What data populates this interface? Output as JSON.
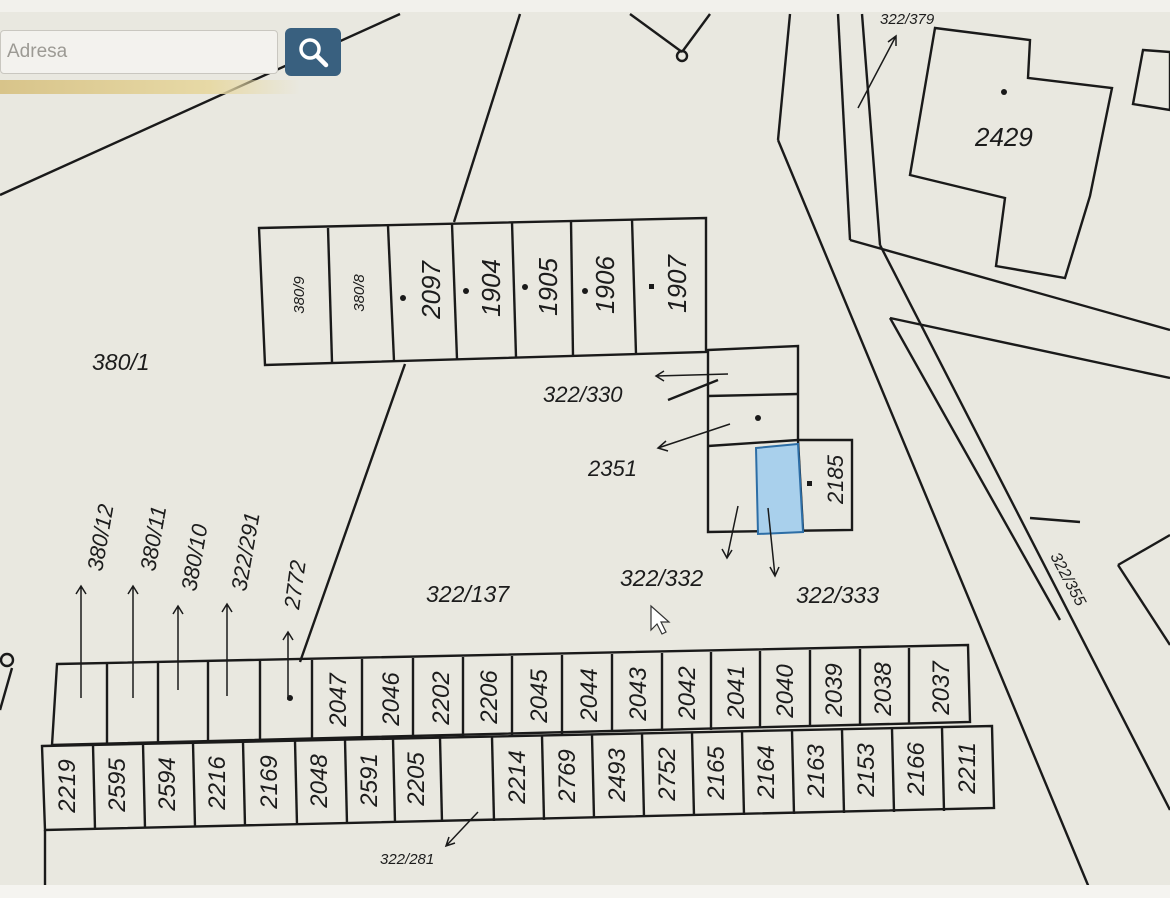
{
  "search": {
    "placeholder": "Adresa"
  },
  "colors": {
    "background": "#e9e8e0",
    "line": "#1a1a1a",
    "highlight": "#a9d0ec",
    "search_button": "#39607f"
  },
  "icons": {
    "search_button": "magnifier-icon",
    "cursor": "mouse-pointer-icon"
  },
  "labels": {
    "p380_1": "380/1",
    "p322_330": "322/330",
    "p2351": "2351",
    "p322_137": "322/137",
    "p322_332": "322/332",
    "p322_333": "322/333",
    "p322_355": "322/355",
    "p322_281": "322/281",
    "p322_379": "322/379",
    "p2429": "2429",
    "p2185": "2185",
    "p380_12": "380/12",
    "p380_11": "380/11",
    "p380_10": "380/10",
    "p322_291": "322/291",
    "p2772": "2772"
  },
  "top_row_parcels": [
    "380/9",
    "380/8",
    "2097",
    "1904",
    "1905",
    "1906",
    "1907"
  ],
  "middle_row_parcels": [
    "2047",
    "2046",
    "2202",
    "2206",
    "2045",
    "2044",
    "2043",
    "2042",
    "2041",
    "2040",
    "2039",
    "2038",
    "2037"
  ],
  "bottom_row_parcels": [
    "2219",
    "2595",
    "2594",
    "2216",
    "2169",
    "2048",
    "2591",
    "2205",
    "",
    "2214",
    "2769",
    "2493",
    "2752",
    "2165",
    "2164",
    "2163",
    "2153",
    "2166",
    "2211"
  ]
}
